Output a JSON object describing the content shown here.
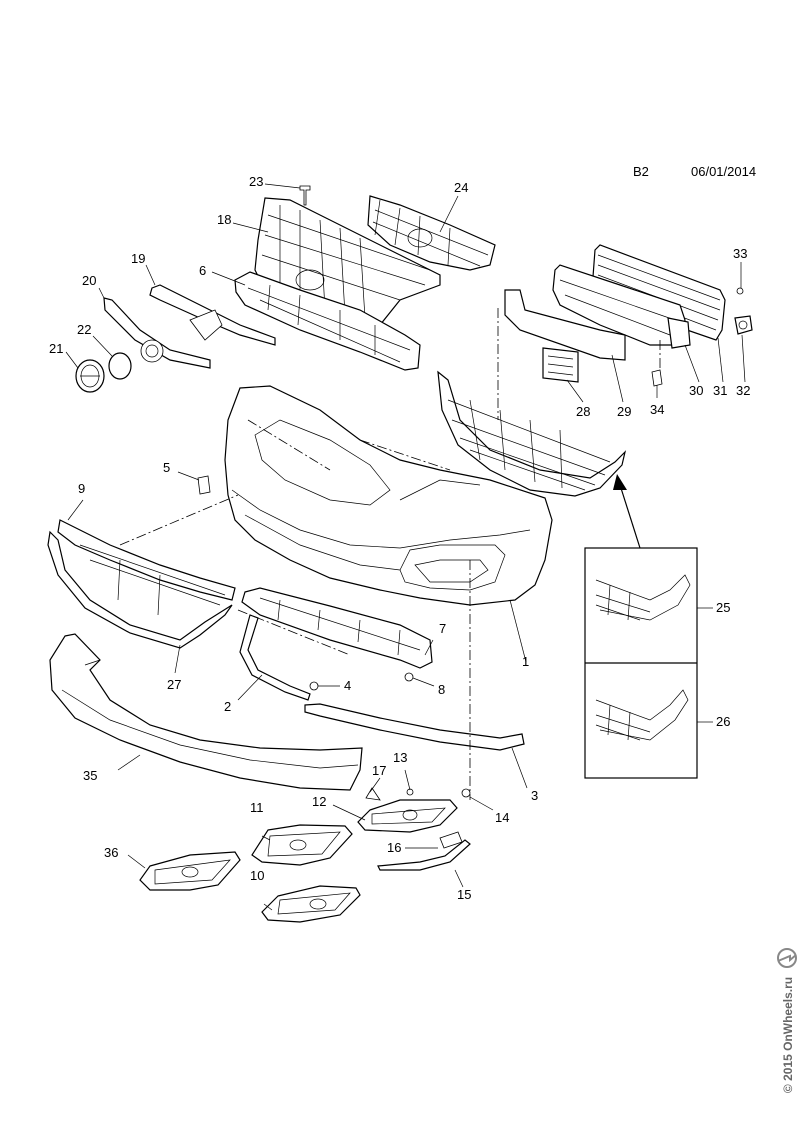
{
  "header": {
    "page_code": "B2",
    "date": "06/01/2014"
  },
  "callouts": {
    "c1": "1",
    "c2": "2",
    "c3": "3",
    "c4": "4",
    "c5": "5",
    "c6": "6",
    "c7": "7",
    "c8": "8",
    "c9": "9",
    "c10": "10",
    "c11": "11",
    "c12": "12",
    "c13": "13",
    "c14": "14",
    "c15": "15",
    "c16": "16",
    "c17": "17",
    "c18": "18",
    "c19": "19",
    "c20": "20",
    "c21": "21",
    "c22": "22",
    "c23": "23",
    "c24": "24",
    "c25": "25",
    "c26": "26",
    "c27": "27",
    "c28": "28",
    "c29": "29",
    "c30": "30",
    "c31": "31",
    "c32": "32",
    "c33": "33",
    "c34": "34",
    "c35": "35",
    "c36": "36"
  },
  "footer": {
    "copyright": "© 2015 OnWheels.ru"
  },
  "icons": {
    "watermark_logo": "opel-logo-icon"
  }
}
